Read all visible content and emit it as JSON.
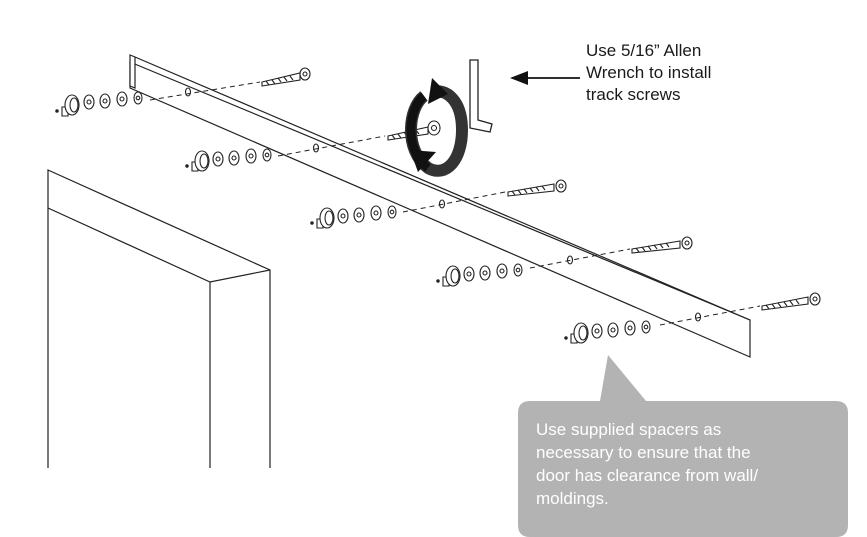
{
  "callouts": {
    "wrench_note": {
      "lines": [
        "Use 5/16” Allen",
        "Wrench to install",
        "track screws"
      ]
    },
    "spacer_note": {
      "lines": [
        "Use supplied spacers as",
        "necessary to ensure that the",
        "door has clearance from wall/",
        "moldings."
      ],
      "background_color": "#b3b3b3",
      "text_color": "#ffffff"
    }
  },
  "colors": {
    "line": "#222222",
    "callout_fill": "#b3b3b3",
    "rotation_arrow": "#333333"
  },
  "icons": [
    "allen-wrench-icon",
    "rotation-arrow-icon",
    "pointer-arrow-icon"
  ]
}
